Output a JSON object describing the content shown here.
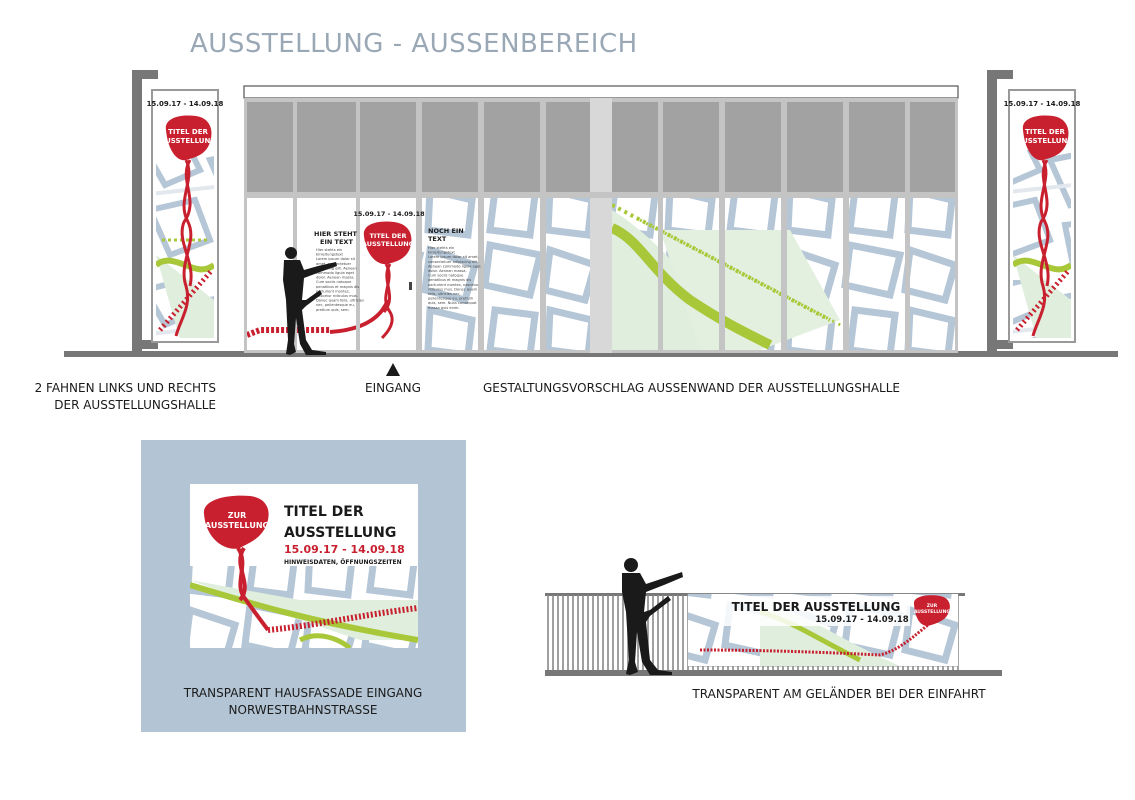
{
  "page": {
    "title": "AUSSTELLUNG - AUSSENBEREICH"
  },
  "colors": {
    "title_gray": "#9aa8b6",
    "red": "#c8202f",
    "green": "#a8c83a",
    "light_green": "#dfeedd",
    "blue_gray": "#b5c6d6",
    "panel_gray": "#a2a2a2",
    "frame_gray": "#c4c4c4",
    "ground": "#777777",
    "dark": "#1a1a1a",
    "box_bg": "#b3c5d4"
  },
  "icons": [
    "arrow-up-icon",
    "silhouette-person-icon",
    "dna-helix-icon",
    "speech-bubble-icon"
  ],
  "labels": {
    "flags": [
      "2 FAHNEN LINKS UND RECHTS",
      "DER AUSSTELLUNGSHALLE"
    ],
    "entrance": "EINGANG",
    "wall": "GESTALTUNGSVORSCHLAG AUSSENWAND DER AUSSTELLUNGSHALLE",
    "facade": [
      "TRANSPARENT HAUSFASSADE EINGANG",
      "NORWESTBAHNSTRASSE"
    ],
    "railing": "TRANSPARENT AM GELÄNDER BEI DER EINFAHRT"
  },
  "flag": {
    "date": "15.09.17 - 14.09.18",
    "bubble": [
      "TITEL DER",
      "AUSSTELLUNG"
    ]
  },
  "wall_texts": {
    "date": "15.09.17 - 14.09.18",
    "bubble": [
      "TITEL DER",
      "AUSSTELLUNG"
    ],
    "left_heading": [
      "HIER STEHT",
      "EIN TEXT"
    ],
    "left_body": [
      "Hier stehts ein",
      "Einleitungstext",
      "Lorem ipsum dolor sit",
      "amet, consectetuer",
      "adipiscing elit. Aenean",
      "commodo ligula eget",
      "dolor. Aenean massa.",
      "Cum sociis natoque",
      "penatibus et magnis dis",
      "parturient montes,",
      "nascetur ridiculus mus.",
      "Donec quam felis, ultricies",
      "nec, pellentesque eu,",
      "pretium quis, sem."
    ],
    "right_heading": [
      "NOCH EIN",
      "TEXT"
    ],
    "right_body": [
      "Hier stehts ein",
      "Einleitungstext",
      "Lorem ipsum dolor sit amet,",
      "consectetuer adipiscing elit.",
      "Aenean commodo ligula eget",
      "dolor. Aenean massa.",
      "Cum sociis natoque",
      "penatibus et magnis dis",
      "parturient montes, nascetur",
      "ridiculus mus. Donec quam",
      "felis, ultricies nec,",
      "pellentesque eu, pretium",
      "quis, sem. Nulla consequat",
      "massa quis enim."
    ]
  },
  "facade_banner": {
    "bubble": [
      "ZUR",
      "AUSSTELLUNG"
    ],
    "title": [
      "TITEL DER",
      "AUSSTELLUNG"
    ],
    "date": "15.09.17 - 14.09.18",
    "info": "HINWEISDATEN, ÖFFNUNGSZEITEN"
  },
  "railing_banner": {
    "title": "TITEL DER AUSSTELLUNG",
    "date": "15.09.17 - 14.09.18",
    "bubble": [
      "ZUR",
      "AUSSTELLUNG"
    ]
  }
}
